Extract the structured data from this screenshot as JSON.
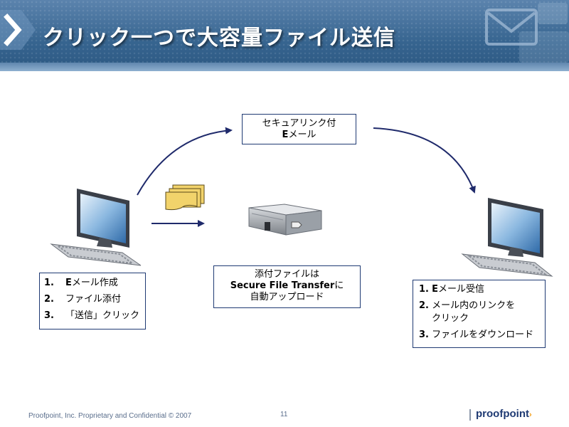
{
  "header": {
    "title": "クリック一つで大容量ファイル送信"
  },
  "boxes": {
    "secure_link": {
      "line1": "セキュアリンク付",
      "line2_bold": "E",
      "line2_rest": "メール"
    },
    "upload": {
      "line1": "添付ファイルは",
      "line2_bold": "Secure File Transfer",
      "line2_rest": "に",
      "line3": "自動アップロード"
    },
    "sender_steps": [
      {
        "num": "1.",
        "bold": "E",
        "text": "メール作成"
      },
      {
        "num": "2.",
        "bold": "",
        "text": "ファイル添付"
      },
      {
        "num": "3.",
        "bold": "",
        "text": "「送信」クリック"
      }
    ],
    "receiver_steps": [
      {
        "num": "1.",
        "bold": "E",
        "text": "メール受信",
        "cont": ""
      },
      {
        "num": "2.",
        "bold": "",
        "text": "メール内のリンクを",
        "cont": "クリック"
      },
      {
        "num": "3.",
        "bold": "",
        "text": "ファイルをダウンロード",
        "cont": ""
      }
    ]
  },
  "footer": {
    "confidential": "Proofpoint, Inc. Proprietary and Confidential © 2007",
    "page_number": "11",
    "logo_text": "proofpoint",
    "logo_mark": "›"
  },
  "colors": {
    "header_blue": "#36648f",
    "arrow_navy": "#1f2a6b",
    "box_border": "#1f3a73",
    "folder_yellow": "#f2d36b",
    "logo_orange": "#f39c12"
  },
  "icons": [
    "chevron-icon",
    "envelope-icon",
    "computer-icon",
    "folder-icon",
    "server-icon"
  ]
}
